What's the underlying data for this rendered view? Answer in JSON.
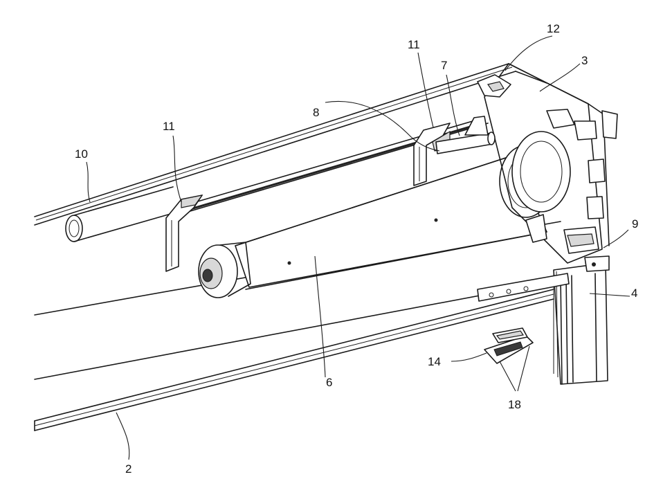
{
  "labels": {
    "n2": "2",
    "n3": "3",
    "n4": "4",
    "n6": "6",
    "n7": "7",
    "n8": "8",
    "n9": "9",
    "n10": "10",
    "n11_left": "11",
    "n11_right": "11",
    "n12": "12",
    "n14": "14",
    "n18": "18"
  }
}
